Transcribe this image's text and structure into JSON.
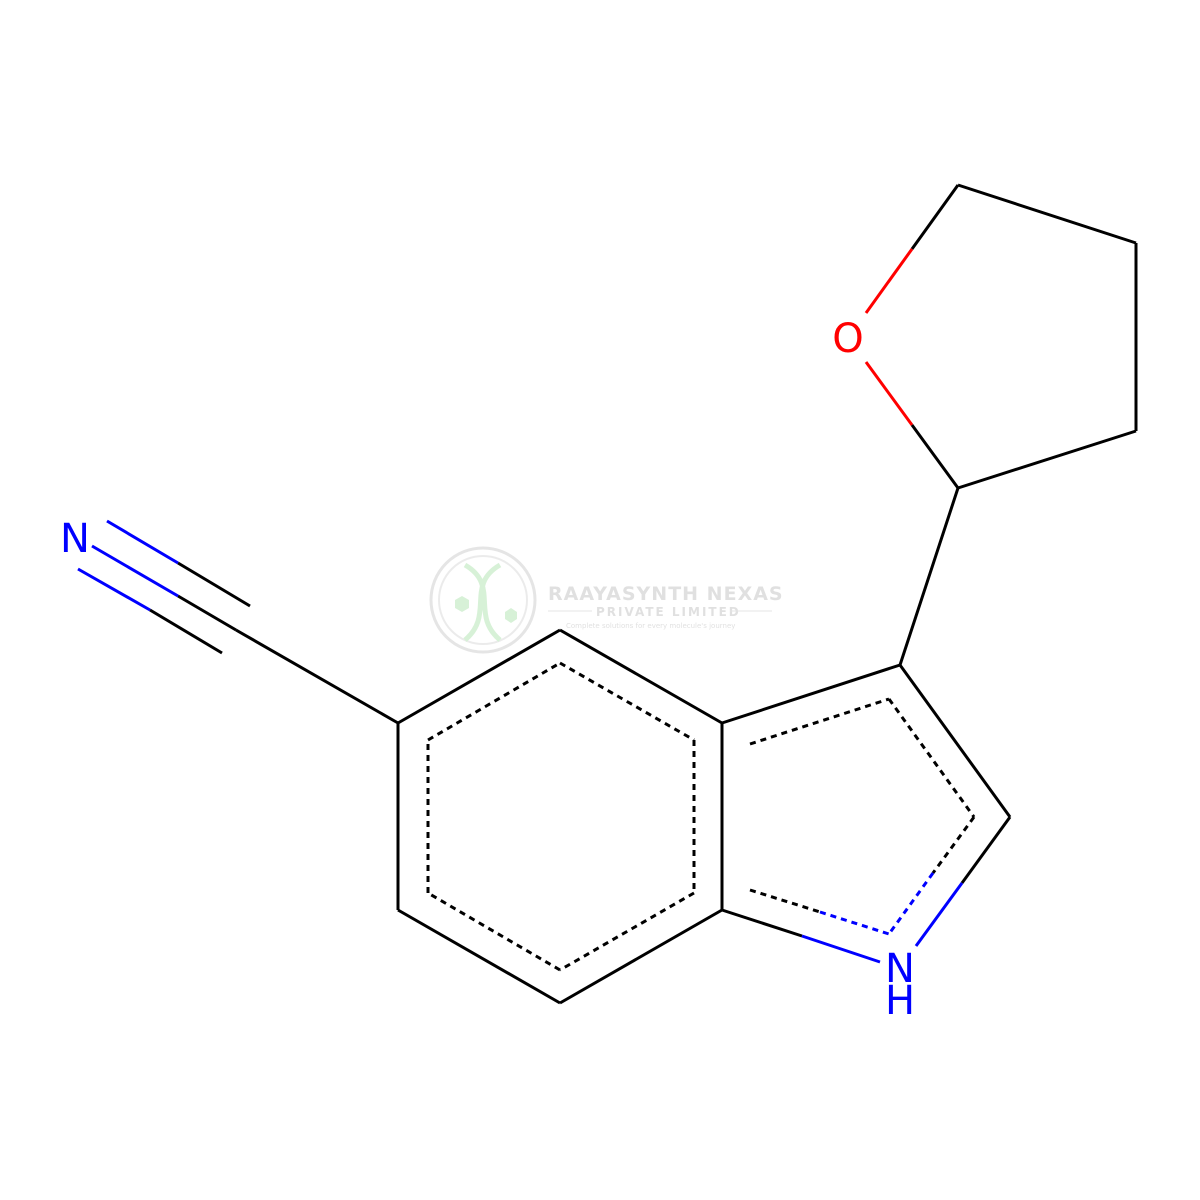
{
  "molecule": {
    "atoms": [
      {
        "id": "N_nitrile",
        "label": "N",
        "color": "#0000ff"
      },
      {
        "id": "O_ring",
        "label": "O",
        "color": "#ff0000"
      },
      {
        "id": "N_indole",
        "label": "N",
        "sublabel": "H",
        "color": "#0000ff"
      }
    ]
  },
  "watermark": {
    "title": "RAAYASYNTH NEXAS",
    "subtitle": "PRIVATE LIMITED",
    "tagline": "Complete solutions for every molecule's journey",
    "color": "#c8c8c8",
    "accent": "#9ed99e"
  },
  "colors": {
    "bond": "#000000",
    "nitrogen": "#0000ff",
    "oxygen": "#ff0000",
    "background": "#ffffff"
  }
}
